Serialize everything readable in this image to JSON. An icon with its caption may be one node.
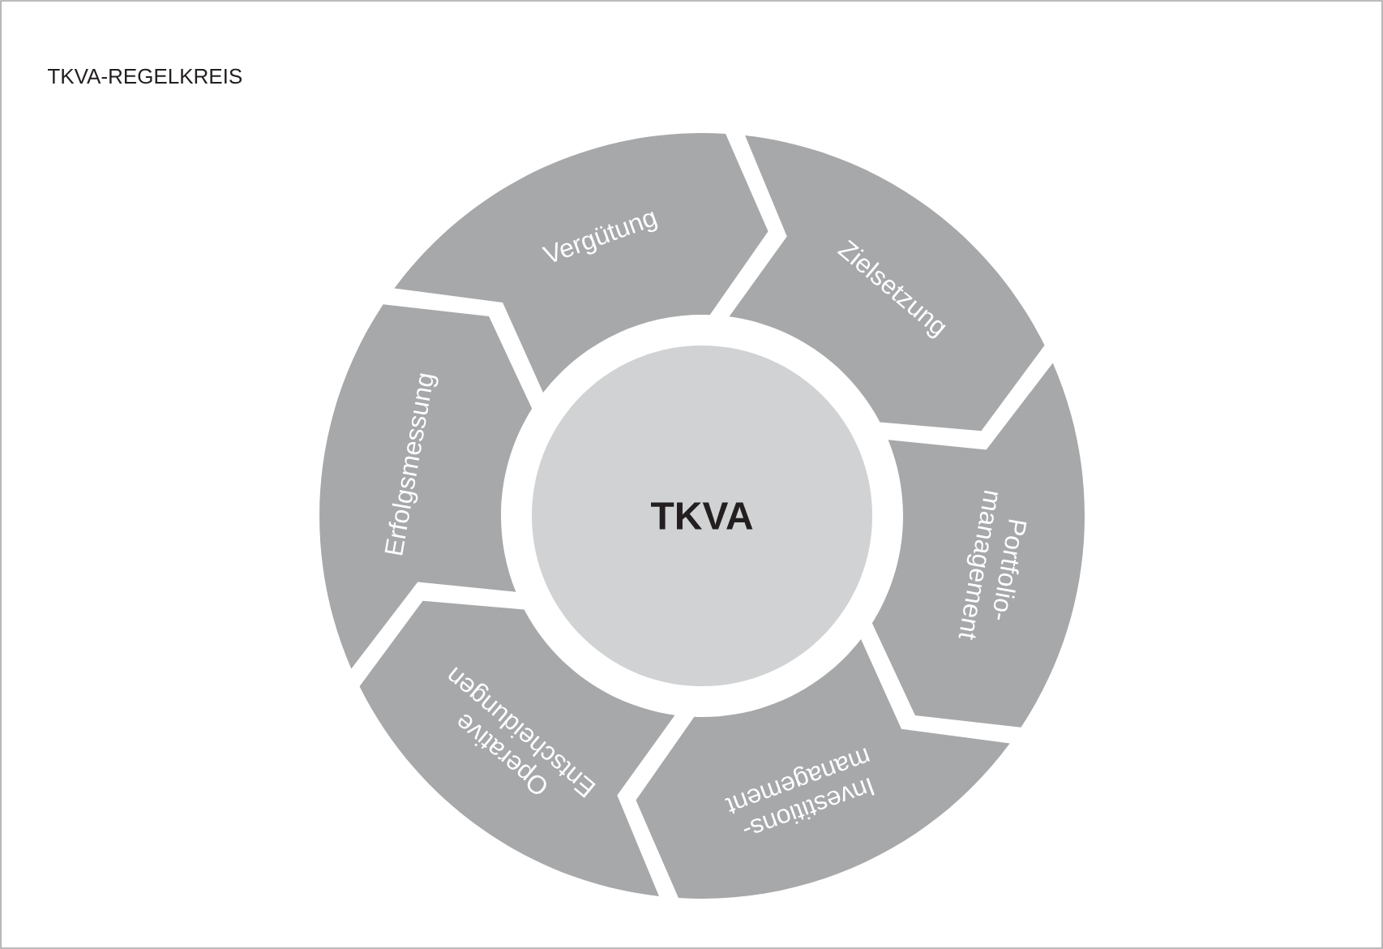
{
  "diagram": {
    "title": "TKVA-REGELKREIS",
    "nodes": [
      {
        "text": [
          "TKVA"
        ]
      },
      {
        "text": [
          "Zielsetzung"
        ]
      },
      {
        "text": [
          "Portfolio- management"
        ]
      },
      {
        "text": [
          "Investitions- management"
        ]
      },
      {
        "text": [
          "Operative Entscheidungen"
        ]
      },
      {
        "text": [
          "Erfolgsmessung"
        ]
      },
      {
        "text": [
          "Vergütung"
        ]
      }
    ]
  }
}
